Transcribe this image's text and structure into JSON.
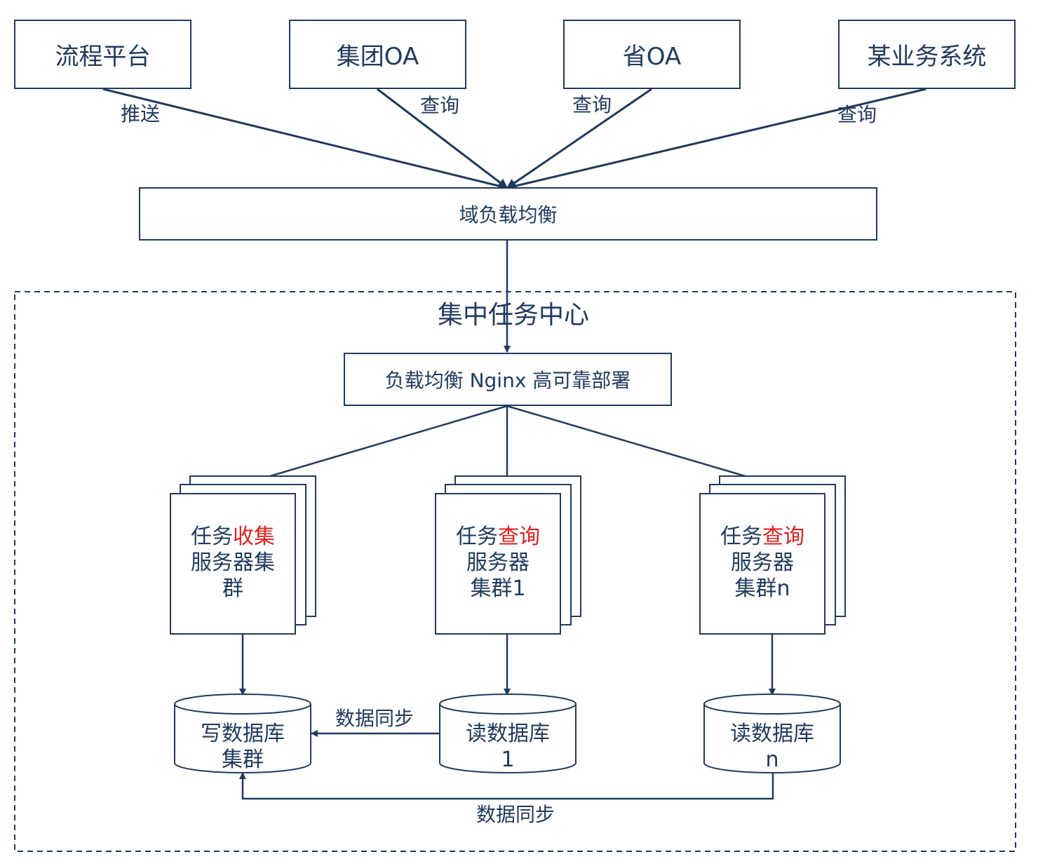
{
  "sources": [
    {
      "label": "流程平台",
      "edge_label": "推送"
    },
    {
      "label": "集团OA",
      "edge_label": "查询"
    },
    {
      "label": "省OA",
      "edge_label": "查询"
    },
    {
      "label": "某业务系统",
      "edge_label": "查询"
    }
  ],
  "domain_lb": "域负载均衡",
  "center": {
    "title": "集中任务中心",
    "nginx": "负载均衡 Nginx 高可靠部署",
    "clusters": [
      {
        "prefix": "任务",
        "highlight": "收集",
        "line2": "服务器集",
        "line3": "群"
      },
      {
        "prefix": "任务",
        "highlight": "查询",
        "line2": "服务器",
        "line3": "集群1"
      },
      {
        "prefix": "任务",
        "highlight": "查询",
        "line2": "服务器",
        "line3": "集群n"
      }
    ],
    "databases": [
      {
        "line1": "写数据库",
        "line2": "集群"
      },
      {
        "line1": "读数据库",
        "line2": "1"
      },
      {
        "line1": "读数据库",
        "line2": "n"
      }
    ],
    "sync_label_1": "数据同步",
    "sync_label_2": "数据同步"
  },
  "colors": {
    "stroke": "#1f3a5f",
    "highlight": "#e41e1e",
    "background": "#ffffff"
  }
}
